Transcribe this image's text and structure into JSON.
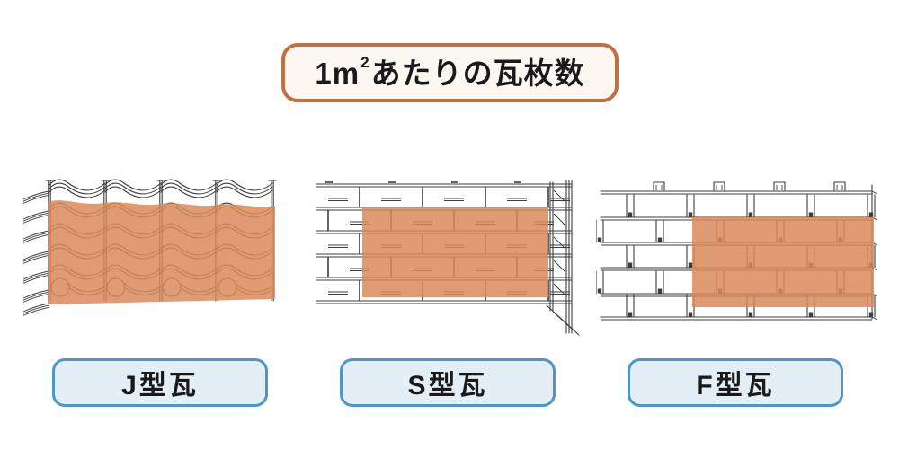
{
  "title": {
    "text": "1㎡あたりの瓦枚数",
    "render": {
      "prefix": "1m",
      "sup": "2",
      "suffix": "あたりの瓦枚数"
    }
  },
  "panels": [
    {
      "label": "J型瓦",
      "illustration": "j-type-tile-pattern"
    },
    {
      "label": "S型瓦",
      "illustration": "s-type-tile-pattern"
    },
    {
      "label": "F型瓦",
      "illustration": "f-type-tile-pattern"
    }
  ],
  "colors": {
    "background": "#ffffff",
    "highlight": "#d98a58",
    "title-border": "#c2703f",
    "title-fill": "#fdf7f2",
    "label-border": "#4d96c8",
    "label-fill": "#e3eef7",
    "line": "#3d3d3d",
    "text": "#1a1a1a"
  }
}
